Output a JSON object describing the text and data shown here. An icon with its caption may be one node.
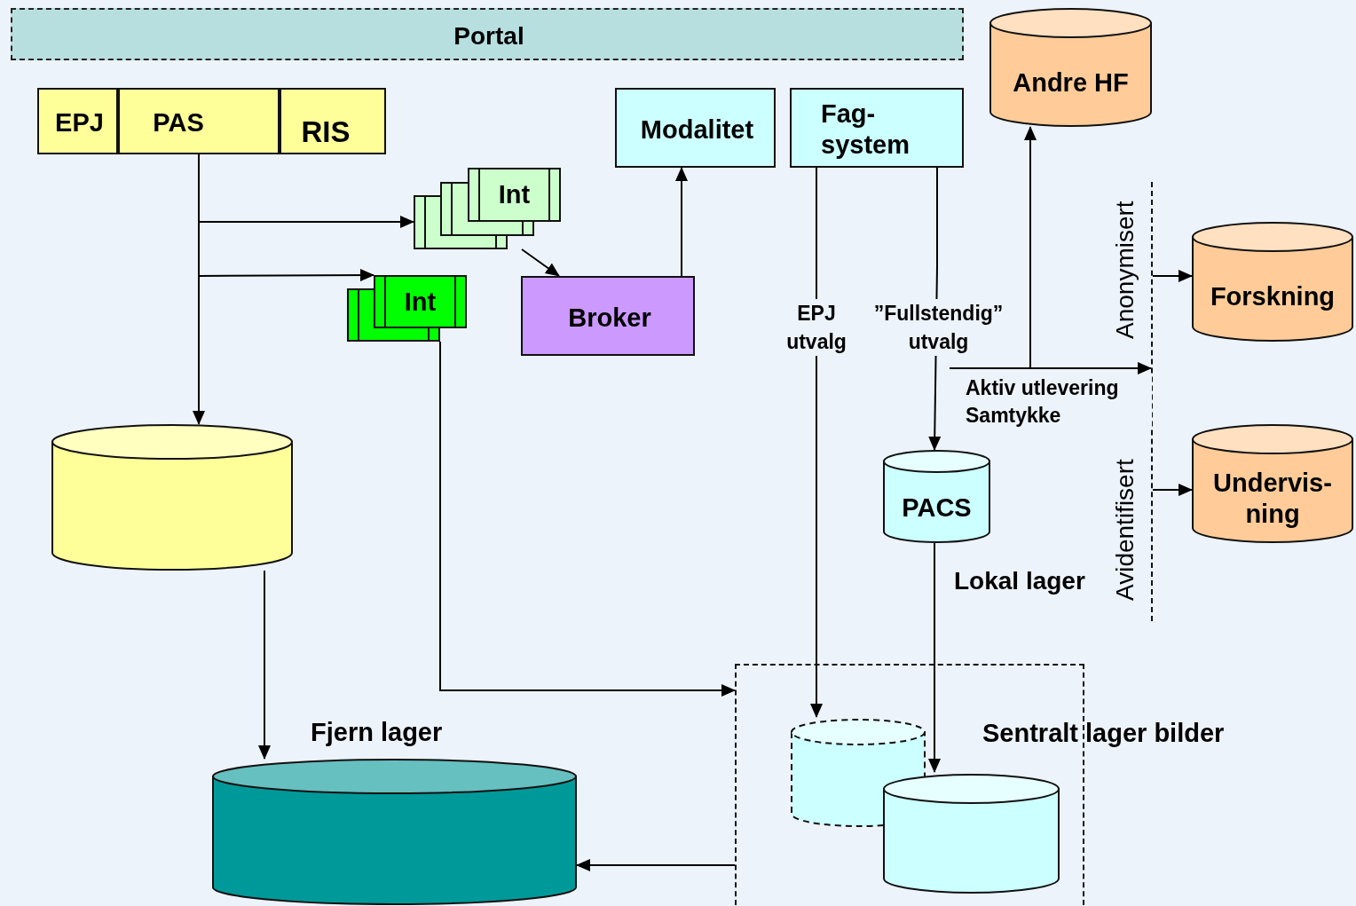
{
  "diagram": {
    "nodes": [
      {
        "text": [
          "Portal"
        ]
      },
      {
        "text": [
          "EPJ"
        ]
      },
      {
        "text": [
          "PAS"
        ]
      },
      {
        "text": [
          "RIS"
        ]
      },
      {
        "text": [
          "Int"
        ]
      },
      {
        "text": [
          "Int"
        ]
      },
      {
        "text": [
          "Modalitet"
        ]
      },
      {
        "text": [
          "Fag- system"
        ]
      },
      {
        "text": [
          "Broker"
        ]
      },
      {
        "text": [
          "Andre HF"
        ]
      },
      {
        "text": [
          "Forskning"
        ]
      },
      {
        "text": [
          "Undervis- ning"
        ]
      },
      {
        "text": [],
        "shape": "cylinder"
      },
      {
        "text": [
          "PACS"
        ],
        "beside": [
          "Lokal lager"
        ]
      },
      {
        "text": [
          "Sentralt lager bilder"
        ]
      },
      {
        "text": [],
        "shape": "cylinder",
        "in": 14
      },
      {
        "text": [],
        "shape": "cylinder",
        "in": 14
      },
      {
        "text": [
          "Fjern lager"
        ]
      },
      {
        "text": [],
        "shape": "line",
        "beside": [
          "Anonymisert",
          "Avidentifisert"
        ]
      }
    ],
    "edges": [
      {
        "from": 2,
        "to": 12,
        "arrow": "to"
      },
      {
        "from": 2,
        "to": 4,
        "arrow": "to"
      },
      {
        "from": 2,
        "to": 5,
        "arrow": "to"
      },
      {
        "from": 4,
        "to": 8,
        "arrow": "to"
      },
      {
        "from": 8,
        "to": 6,
        "arrow": "to"
      },
      {
        "from": 5,
        "to": 14,
        "arrow": "to"
      },
      {
        "from": 7,
        "to": 15,
        "arrow": "to",
        "label": "EPJ utvalg"
      },
      {
        "from": 7,
        "to": 13,
        "arrow": "to",
        "label": "”Fullstendig” utvalg"
      },
      {
        "from": 13,
        "to": 16,
        "arrow": "to"
      },
      {
        "from": 12,
        "to": 17,
        "arrow": "to"
      },
      {
        "from": 14,
        "to": 17,
        "arrow": "to"
      },
      {
        "from": null,
        "to": 18,
        "arrow": "to",
        "label": "Aktiv utlevering Samtykke"
      },
      {
        "from": null,
        "to": 9,
        "arrow": "to"
      },
      {
        "from": 18,
        "to": 10,
        "arrow": "to"
      },
      {
        "from": 18,
        "to": 11,
        "arrow": "to"
      }
    ]
  }
}
